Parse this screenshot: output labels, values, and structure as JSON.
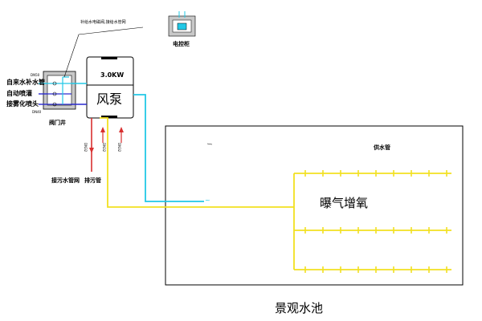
{
  "labels": {
    "note_top": "补给水电磁阀,接给水管网",
    "control_cabinet": "电控柜",
    "pipe_dn50": "DN50",
    "pipe_dn40": "DN40",
    "pipe_dn32": "DN32",
    "supply_in": "自来水补水管",
    "auto_spray": "自动喷灌",
    "mist_nozzle": "接雾化喷头",
    "valve_well": "阀门井",
    "power": "3.0KW",
    "blower": "风泵",
    "to_sewer": "接污水管网",
    "drain_pipe": "排污管",
    "water_supply_pipe": "供水管",
    "aeration": "曝气增氧",
    "pond": "景观水池",
    "mark_tick": "~"
  },
  "colors": {
    "cyan_pipe": "#22c8e6",
    "yellow_pipe": "#f2e020",
    "red_pipe": "#d83030",
    "blue_pipe": "#2a2ad0",
    "valve_fill": "#c8c8c8"
  }
}
